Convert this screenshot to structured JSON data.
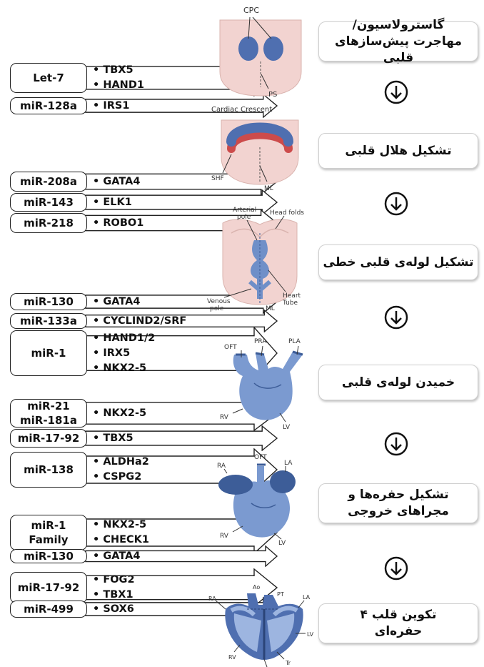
{
  "stages": [
    {
      "line1": "گاسترولاسیون/",
      "line2": "مهاجرت پیش‌سازهای قلبی"
    },
    {
      "line1": "تشکیل هلال قلبی",
      "line2": ""
    },
    {
      "line1": "تشکیل لوله‌ی قلبی خطی",
      "line2": ""
    },
    {
      "line1": "خمیدن لوله‌ی قلبی",
      "line2": ""
    },
    {
      "line1": "تشکیل حفره‌ها و",
      "line2": "مجراهای خروجی"
    },
    {
      "line1": "تکوین قلب ۴",
      "line2": "حفره‌ای"
    }
  ],
  "regulations": [
    {
      "mirna": [
        "Let-7"
      ],
      "genes": [
        "TBX5",
        "HAND1"
      ]
    },
    {
      "mirna": [
        "miR-128a"
      ],
      "genes": [
        "IRS1"
      ]
    },
    {
      "mirna": [
        "miR-208a"
      ],
      "genes": [
        "GATA4"
      ]
    },
    {
      "mirna": [
        "miR-143"
      ],
      "genes": [
        "ELK1"
      ]
    },
    {
      "mirna": [
        "miR-218"
      ],
      "genes": [
        "ROBO1"
      ]
    },
    {
      "mirna": [
        "miR-130"
      ],
      "genes": [
        "GATA4"
      ]
    },
    {
      "mirna": [
        "miR-133a"
      ],
      "genes": [
        "CYCLIND2/SRF"
      ]
    },
    {
      "mirna": [
        "miR-1"
      ],
      "genes": [
        "HAND1/2",
        "IRX5",
        "NKX2-5"
      ]
    },
    {
      "mirna": [
        "miR-21",
        "miR-181a"
      ],
      "genes": [
        "NKX2-5"
      ]
    },
    {
      "mirna": [
        "miR-17-92"
      ],
      "genes": [
        "TBX5"
      ]
    },
    {
      "mirna": [
        "miR-138"
      ],
      "genes": [
        "ALDHa2",
        "CSPG2"
      ]
    },
    {
      "mirna": [
        "miR-1",
        "Family"
      ],
      "genes": [
        "NKX2-5",
        "CHECK1"
      ]
    },
    {
      "mirna": [
        "miR-130"
      ],
      "genes": [
        "GATA4"
      ]
    },
    {
      "mirna": [
        "miR-17-92"
      ],
      "genes": [
        "FOG2",
        "TBX1"
      ]
    },
    {
      "mirna": [
        "miR-499"
      ],
      "genes": [
        "SOX6"
      ]
    }
  ],
  "figure_labels": {
    "gastrulation": {
      "cpc": "CPC",
      "ps": "PS"
    },
    "crescent": {
      "title": "Cardiac Crescent",
      "shf": "SHF",
      "ml": "ML"
    },
    "linear_tube": {
      "arterial": "Arterial",
      "pole_top": "pole",
      "head_folds": "Head folds",
      "heart": "Heart",
      "tube": "Tube",
      "venous": "Venous",
      "pole_bottom": "pole",
      "ml": "ML"
    },
    "looping": {
      "oft": "OFT",
      "pra": "PRA",
      "pla": "PLA",
      "rv": "RV",
      "lv": "LV"
    },
    "chambers": {
      "oft": "OFT",
      "ra": "RA",
      "la": "LA",
      "rv": "RV",
      "lv": "LV"
    },
    "four_chamber": {
      "ao": "Ao",
      "pt": "PT",
      "ra": "RA",
      "la": "LA",
      "lv": "LV",
      "rv": "RV",
      "tr": "Tr"
    }
  },
  "colors": {
    "embryo_fill": "#f2d3d0",
    "crescent_blue": "#4f6fb0",
    "heart_blue": "#7b9ad0",
    "heart_dark": "#3d5d98"
  }
}
